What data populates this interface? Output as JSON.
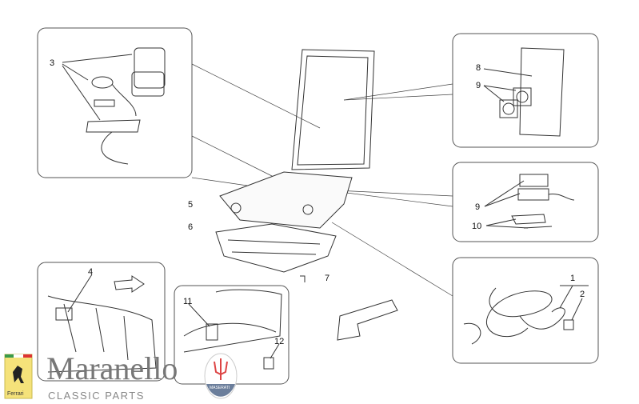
{
  "watermark": {
    "brand": "Maranello",
    "sub": "CLASSIC PARTS"
  },
  "logo": {
    "brand": "Maranello",
    "sub": "CLASSIC PARTS",
    "ferrari_badge": "Ferrari",
    "maserati_badge": "MASERATI"
  },
  "callouts": [
    {
      "id": "3",
      "label": "3"
    },
    {
      "id": "8",
      "label": "8"
    },
    {
      "id": "9a",
      "label": "9"
    },
    {
      "id": "5",
      "label": "5"
    },
    {
      "id": "6",
      "label": "6"
    },
    {
      "id": "9b",
      "label": "9"
    },
    {
      "id": "10",
      "label": "10"
    },
    {
      "id": "4",
      "label": "4"
    },
    {
      "id": "7",
      "label": "7"
    },
    {
      "id": "1",
      "label": "1"
    },
    {
      "id": "2",
      "label": "2"
    },
    {
      "id": "11",
      "label": "11"
    },
    {
      "id": "12",
      "label": "12"
    }
  ]
}
